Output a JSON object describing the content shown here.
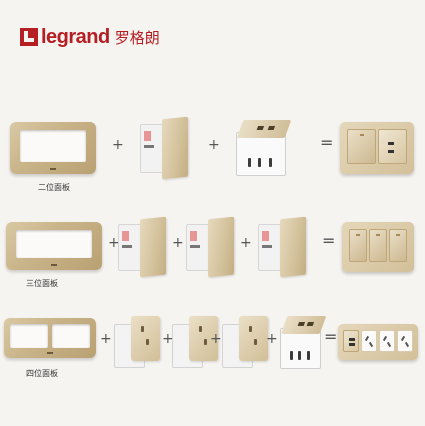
{
  "brand": {
    "wordmark": "legrand",
    "cn_name": "罗格朗",
    "color": "#b51e23"
  },
  "rows": [
    {
      "caption": "二位面板",
      "plus": "+",
      "equals": "="
    },
    {
      "caption": "三位面板",
      "plus": "+",
      "equals": "="
    },
    {
      "caption": "四位面板",
      "plus": "+",
      "equals": "="
    }
  ],
  "icons": [
    "legrand-logo-icon",
    "switch-module-icon",
    "socket-module-icon",
    "usb-module-icon"
  ]
}
